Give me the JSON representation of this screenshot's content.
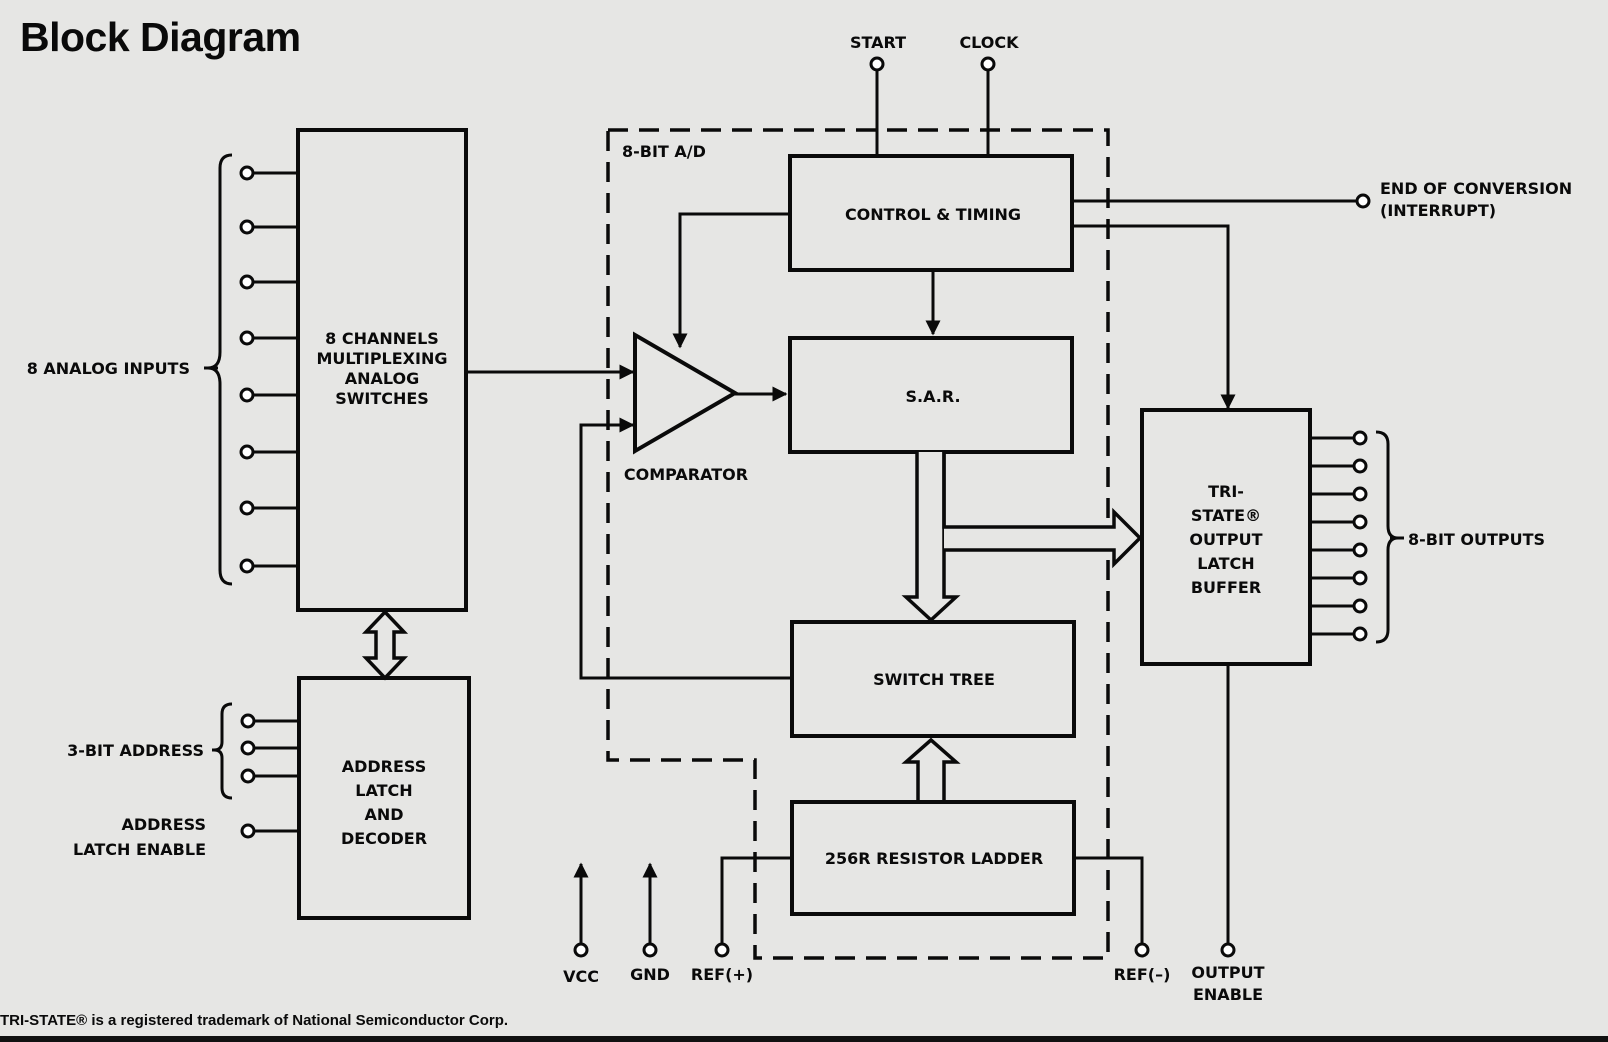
{
  "title": "Block Diagram",
  "footnote": "TRI-STATE® is a registered trademark of National Semiconductor Corp.",
  "region_label": "8-BIT A/D",
  "blocks": {
    "mux": [
      "8 CHANNELS",
      "MULTIPLEXING",
      "ANALOG",
      "SWITCHES"
    ],
    "address_latch": [
      "ADDRESS",
      "LATCH",
      "AND",
      "DECODER"
    ],
    "control_timing": "CONTROL & TIMING",
    "sar": "S.A.R.",
    "switch_tree": "SWITCH TREE",
    "resistor_ladder": "256R RESISTOR LADDER",
    "output_buffer": [
      "TRI-",
      "STATE®",
      "OUTPUT",
      "LATCH",
      "BUFFER"
    ],
    "comparator": "COMPARATOR"
  },
  "signals": {
    "analog_inputs": "8 ANALOG INPUTS",
    "address_bits": "3-BIT ADDRESS",
    "address_latch_enable": [
      "ADDRESS",
      "LATCH ENABLE"
    ],
    "start": "START",
    "clock": "CLOCK",
    "end_of_conversion": [
      "END OF CONVERSION",
      "(INTERRUPT)"
    ],
    "outputs": "8-BIT OUTPUTS",
    "vcc": "VCC",
    "gnd": "GND",
    "ref_plus": "REF(+)",
    "ref_minus": "REF(–)",
    "output_enable": [
      "OUTPUT",
      "ENABLE"
    ]
  }
}
